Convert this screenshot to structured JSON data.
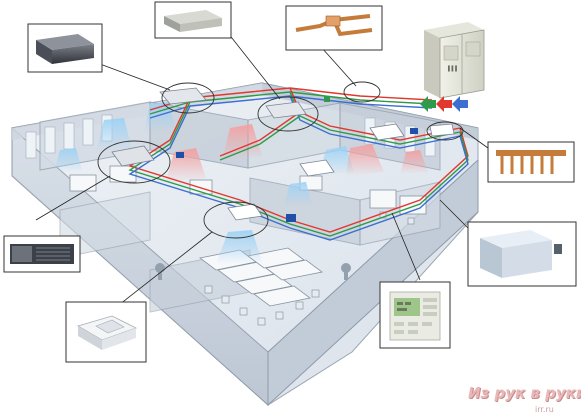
{
  "watermark": {
    "main": "Из рук в руки",
    "sub": "irr.ru"
  },
  "colors": {
    "refrigerant_liquid": "#e2372f",
    "refrigerant_gas": "#2f9a4a",
    "control_wire": "#3d6fd1",
    "cold_air": "#7cc3f2",
    "warm_air": "#f08a8a",
    "floor": "#dfe6ee",
    "walls": "#c9d3de"
  },
  "components": [
    "ducted-indoor-unit",
    "slim-duct-unit",
    "refnet-joint",
    "outdoor-unit",
    "refnet-header",
    "wall-mounted-duct-unit",
    "wired-controller",
    "cassette-unit",
    "concealed-floor-unit"
  ]
}
